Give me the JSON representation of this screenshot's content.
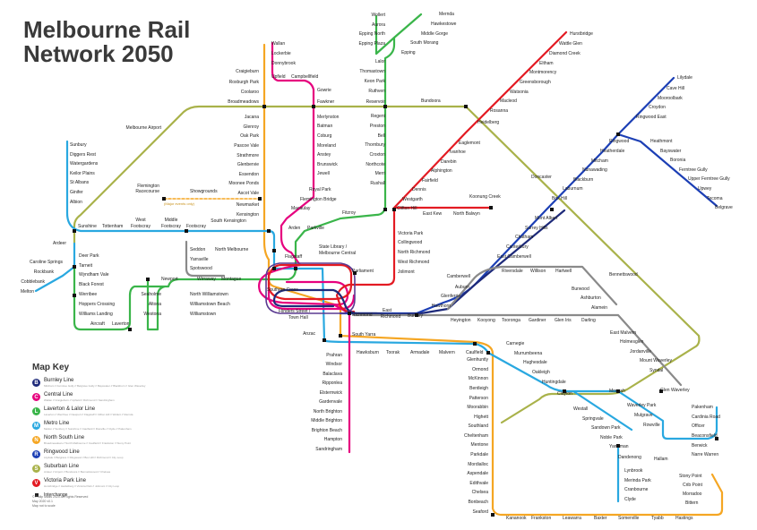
{
  "title": {
    "line1": "Melbourne Rail",
    "line2": "Network 2050"
  },
  "colors": {
    "burnley": "#1e2a7a",
    "central": "#e6007e",
    "laverton": "#3ab54a",
    "metro": "#29a8e0",
    "north_south": "#f5a623",
    "ringwood": "#1c3fb5",
    "suburban": "#a9b24a",
    "victoria": "#e31b23",
    "grey": "#8a8a8a"
  },
  "key": {
    "title": "Map Key",
    "lines": [
      {
        "badge": "B",
        "name": "Burnley Line",
        "sub": "Mitcham // Ferntree Gully // Belgrave Gully // Bayswater // Blackburn // Glen Waverley",
        "color": "#1e2a7a"
      },
      {
        "badge": "C",
        "name": "Central Line",
        "sub": "Wallan // Craigieburn // Upfield // Richmond // Sandringham",
        "color": "#e6007e"
      },
      {
        "badge": "L",
        "name": "Laverton & Lalor Line",
        "sub": "Laverton // Werribee // Newport // Flagstaff // Clifton Hill // Wollert // Mernda",
        "color": "#3ab54a"
      },
      {
        "badge": "M",
        "name": "Metro Line",
        "sub": "Melton // Sunbury // Sunshine // Caulfield // Rowville // Clyde // Pakenham",
        "color": "#29a8e0"
      },
      {
        "badge": "N",
        "name": "North South Line",
        "sub": "Broadmeadows // North Melbourne // Caulfield // Frankston // Stony Point",
        "color": "#f5a623"
      },
      {
        "badge": "R",
        "name": "Ringwood Line",
        "sub": "Lilydale // Belgrave // Ringwood // Box Hill // Richmond // City Loop",
        "color": "#1c3fb5"
      },
      {
        "badge": "S",
        "name": "Suburban Line",
        "sub": "Ardeer // Airport // Bundoora // Bennettswood // Chelsea",
        "color": "#a9b24a"
      },
      {
        "badge": "V",
        "name": "Victoria Park Line",
        "sub": "Hurstbridge // Heidelberg // Victoria Park // Jolimont // City Loop",
        "color": "#e31b23"
      }
    ],
    "interchange": "Interchange"
  },
  "footer": {
    "line1": "© Philip Mallis 2020 All Rights Reserved",
    "line2": "May 2020 v0.1",
    "line3": "Map not to scale"
  },
  "special": {
    "flemington": "Flemington",
    "racecourse": "Racecourse",
    "showgrounds": "Showgrounds",
    "major_events": "(Major events only)",
    "state_library": "State Library /",
    "melbourne_central": "Melbourne Central",
    "flinders": "Flinders Street /",
    "town_hall": "Town Hall"
  },
  "stations": {
    "wollert": "Wollert",
    "aurora": "Aurora",
    "epping_north": "Epping North",
    "epping_plaza": "Epping Plaza",
    "mernda": "Mernda",
    "hawkestowe": "Hawkestowe",
    "middle_gorge": "Middle Gorge",
    "south_morang": "South Morang",
    "epping": "Epping",
    "lalor": "Lalor",
    "thomastown": "Thomastown",
    "keon_park": "Keon Park",
    "ruthven": "Ruthven",
    "reservoir": "Reservoir",
    "regent": "Regent",
    "preston": "Preston",
    "bell": "Bell",
    "thornbury": "Thornbury",
    "croxton": "Croxton",
    "northcote": "Northcote",
    "merri": "Merri",
    "rushall": "Rushall",
    "clifton_hill": "Clifton Hill",
    "wallan": "Wallan",
    "lockerbie": "Lockerbie",
    "donnybrook": "Donnybrook",
    "craigieburn": "Craigieburn",
    "roxburgh_park": "Roxburgh Park",
    "coolaroo": "Coolaroo",
    "broadmeadows": "Broadmeadows",
    "upfield": "Upfield",
    "campbellfield": "Campbellfield",
    "gowrie": "Gowrie",
    "fawkner": "Fawkner",
    "merlynston": "Merlynston",
    "batman": "Batman",
    "coburg": "Coburg",
    "moreland": "Moreland",
    "anstey": "Anstey",
    "brunswick": "Brunswick",
    "jewell": "Jewell",
    "royal_park": "Royal Park",
    "flemington_bridge": "Flemington Bridge",
    "macaulay": "Macaulay",
    "jacana": "Jacana",
    "glenroy": "Glenroy",
    "oak_park": "Oak Park",
    "pascoe_vale": "Pascoe Vale",
    "strathmore": "Strathmore",
    "glenbervie": "Glenbervie",
    "essendon": "Essendon",
    "moonee_ponds": "Moonee Ponds",
    "ascot_vale": "Ascot Vale",
    "newmarket": "Newmarket",
    "kensington": "Kensington",
    "south_kensington": "South Kensington",
    "north_melbourne": "North Melbourne",
    "melbourne_airport": "Melbourne Airport",
    "bundoora": "Bundoora",
    "heidelberg": "Heidelberg",
    "bennettswood": "Bennettswood",
    "doncaster": "Doncaster",
    "koonung_creek": "Koonung Creek",
    "hurstbridge": "Hurstbridge",
    "wattle_glen": "Wattle Glen",
    "diamond_creek": "Diamond Creek",
    "eltham": "Eltham",
    "montmorency": "Montmorency",
    "greensborough": "Greensborough",
    "watsonia": "Watsonia",
    "macleod": "Macleod",
    "rosanna": "Rosanna",
    "eaglemont": "Eaglemont",
    "ivanhoe": "Ivanhoe",
    "darebin": "Darebin",
    "alphington": "Alphington",
    "fairfield": "Fairfield",
    "dennis": "Dennis",
    "westgarth": "Westgarth",
    "east_kew": "East Kew",
    "north_balwyn": "North Balwyn",
    "victoria_park": "Victoria Park",
    "collingwood": "Collingwood",
    "north_richmond": "North Richmond",
    "west_richmond": "West Richmond",
    "jolimont": "Jolimont",
    "lilydale": "Lilydale",
    "cave_hill": "Cave Hill",
    "mooroolbark": "Mooroolbark",
    "croydon": "Croydon",
    "ringwood_east": "Ringwood East",
    "ringwood": "Ringwood",
    "heathmont": "Heathmont",
    "bayswater": "Bayswater",
    "boronia": "Boronia",
    "ferntree_gully": "Ferntree Gully",
    "upper_ferntree_gully": "Upper Ferntree Gully",
    "upwey": "Upwey",
    "tecoma": "Tecoma",
    "belgrave": "Belgrave",
    "heatherdale": "Heatherdale",
    "mitcham": "Mitcham",
    "nunawading": "Nunawading",
    "blackburn": "Blackburn",
    "laburnum": "Laburnum",
    "box_hill": "Box Hill",
    "mont_albert": "Mont Albert",
    "surrey_hills": "Surrey Hills",
    "chatham": "Chatham",
    "canterbury": "Canterbury",
    "east_camberwell": "East Camberwell",
    "camberwell": "Camberwell",
    "auburn": "Auburn",
    "glenferrie": "Glenferrie",
    "hawthorn": "Hawthorn",
    "burnley": "Burnley",
    "east_richmond": "East",
    "east_richmond2": "Richmond",
    "richmond": "Richmond",
    "riversdale": "Riversdale",
    "willison": "Willison",
    "hartwell": "Hartwell",
    "burwood": "Burwood",
    "ashburton": "Ashburton",
    "alamein": "Alamein",
    "heyington": "Heyington",
    "kooyong": "Kooyong",
    "tooronga": "Tooronga",
    "gardiner": "Gardiner",
    "glen_iris": "Glen Iris",
    "darling": "Darling",
    "east_malvern": "East Malvern",
    "holmesglen": "Holmesglen",
    "jordanville": "Jordanville",
    "mount_waverley": "Mount Waverley",
    "syndal": "Syndal",
    "glen_waverley": "Glen Waverley",
    "sunbury": "Sunbury",
    "diggers_rest": "Diggers Rest",
    "watergardens": "Watergardens",
    "keilor_plains": "Keilor Plains",
    "st_albans": "St Albans",
    "ginifer": "Ginifer",
    "albion": "Albion",
    "sunshine": "Sunshine",
    "tottenham": "Tottenham",
    "west_footscray": "West",
    "west_footscray2": "Footscray",
    "middle_footscray": "Middle",
    "middle_footscray2": "Footscray",
    "footscray": "Footscray",
    "ardeer": "Ardeer",
    "deer_park": "Deer Park",
    "caroline_springs": "Caroline Springs",
    "rockbank": "Rockbank",
    "cobblebank": "Cobblebank",
    "melton": "Melton",
    "tarneit": "Tarneit",
    "wyndham_vale": "Wyndham Vale",
    "black_forest": "Black Forest",
    "werribee": "Werribee",
    "hoppers_crossing": "Hoppers Crossing",
    "williams_landing": "Williams Landing",
    "aircraft": "Aircraft",
    "laverton": "Laverton",
    "seaholme": "Seaholme",
    "altona": "Altona",
    "westona": "Westona",
    "newport": "Newport",
    "seddon": "Seddon",
    "yarraville": "Yarraville",
    "spotswood": "Spotswood",
    "wirraway": "Wirraway",
    "montague": "Montague",
    "north_williamstown": "North Williamstown",
    "williamstown_beach": "Williamstown Beach",
    "williamstown": "Williamstown",
    "arden": "Arden",
    "parkville": "Parkville",
    "flagstaff": "Flagstaff",
    "parliament": "Parliament",
    "southern_cross": "Southern Cross",
    "fitzroy": "Fitzroy",
    "anzac": "Anzac",
    "south_yarra": "South Yarra",
    "prahran": "Prahran",
    "windsor": "Windsor",
    "balaclava": "Balaclava",
    "ripponlea": "Ripponlea",
    "elsternwick": "Elsternwick",
    "gardenvale": "Gardenvale",
    "north_brighton": "North Brighton",
    "middle_brighton": "Middle Brighton",
    "brighton_beach": "Brighton Beach",
    "hampton": "Hampton",
    "sandringham": "Sandringham",
    "hawksburn": "Hawksburn",
    "toorak": "Toorak",
    "armadale": "Armadale",
    "malvern": "Malvern",
    "caulfield": "Caulfield",
    "carnegie": "Carnegie",
    "murrumbeena": "Murrumbeena",
    "hughesdale": "Hughesdale",
    "oakleigh": "Oakleigh",
    "huntingdale": "Huntingdale",
    "clayton": "Clayton",
    "westall": "Westall",
    "springvale": "Springvale",
    "sandown_park": "Sandown Park",
    "noble_park": "Noble Park",
    "yarraman": "Yarraman",
    "dandenong": "Dandenong",
    "hallam": "Hallam",
    "lynbrook": "Lynbrook",
    "merinda_park": "Merinda Park",
    "cranbourne": "Cranbourne",
    "clyde": "Clyde",
    "monash": "Monash",
    "waverley_park": "Waverley Park",
    "mulgrave": "Mulgrave",
    "rowville": "Rowville",
    "pakenham": "Pakenham",
    "cardinia_road": "Cardinia Road",
    "officer": "Officer",
    "beaconsfield": "Beaconsfield",
    "berwick": "Berwick",
    "narre_warren": "Narre Warren",
    "glenhuntly": "Glenhuntly",
    "ormond": "Ormond",
    "mckinnon": "McKinnon",
    "bentleigh": "Bentleigh",
    "patterson": "Patterson",
    "moorabbin": "Moorabbin",
    "highett": "Highett",
    "southland": "Southland",
    "cheltenham": "Cheltenham",
    "mentone": "Mentone",
    "parkdale": "Parkdale",
    "mordialloc": "Mordialloc",
    "aspendale": "Aspendale",
    "edithvale": "Edithvale",
    "chelsea": "Chelsea",
    "bonbeach": "Bonbeach",
    "seaford": "Seaford",
    "kananook": "Kananook",
    "frankston": "Frankston",
    "leawarra": "Leawarra",
    "baxter": "Baxter",
    "somerville": "Somerville",
    "tyabb": "Tyabb",
    "hastings": "Hastings",
    "stony_point": "Stony Point",
    "crib_point": "Crib Point",
    "morradoo": "Morradoo",
    "bittern": "Bittern"
  }
}
